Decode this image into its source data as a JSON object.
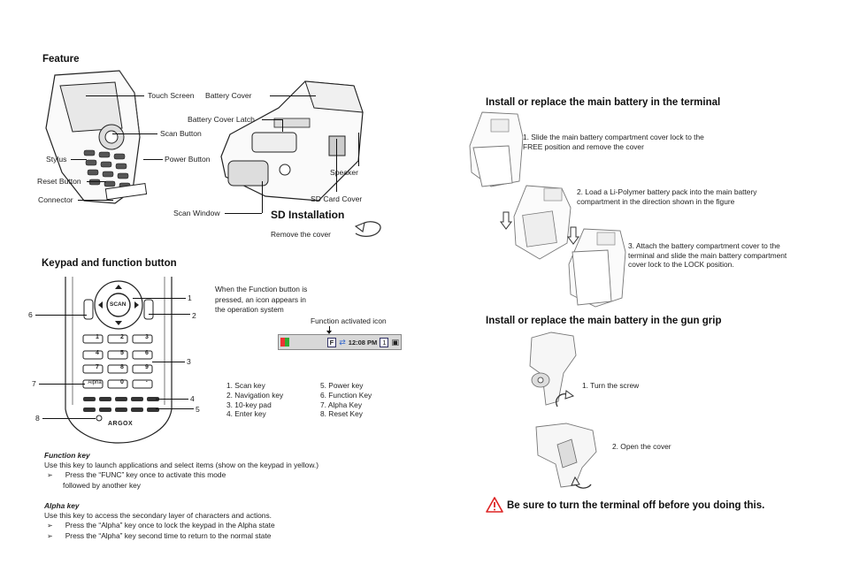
{
  "left": {
    "feature": {
      "heading": "Feature",
      "labels": {
        "touch_screen": "Touch Screen",
        "battery_cover": "Battery Cover",
        "battery_cover_latch": "Battery Cover Latch",
        "scan_button": "Scan Button",
        "stylus": "Stylus",
        "power_button": "Power Button",
        "speaker": "Speaker",
        "reset_button": "Reset Button",
        "connector": "Connector",
        "sd_card_cover": "SD Card Cover",
        "scan_window": "Scan Window"
      },
      "sd_heading": "SD Installation",
      "sd_caption": "Remove the cover"
    },
    "keypad": {
      "heading": "Keypad and function button",
      "note": [
        "When the Function button is",
        "pressed, an icon appears in",
        "the operation system"
      ],
      "func_icon_label": "Function activated icon",
      "taskbar": {
        "f_key": "F",
        "time": "12:08 PM",
        "box": "1"
      },
      "scan_label": "SCAN",
      "logo": "ARGOX",
      "callouts": [
        "1",
        "2",
        "3",
        "4",
        "5",
        "6",
        "7",
        "8"
      ],
      "legend_col1": [
        "1. Scan key",
        "2. Navigation key",
        "3. 10-key pad",
        "4. Enter key"
      ],
      "legend_col2": [
        "5. Power key",
        "6. Function Key",
        "7. Alpha Key",
        "8. Reset Key"
      ],
      "keys": [
        "1",
        "2",
        "3",
        "4",
        "5",
        "6",
        "7",
        "8",
        "9",
        "Alpha",
        "0",
        "·"
      ]
    },
    "function_key": {
      "title": "Function key",
      "desc": "Use this key to launch applications and select items (show on the keypad in yellow.)",
      "bullet1": "Press the “FUNC” key once to activate this mode",
      "bullet1b": "followed by another key"
    },
    "alpha_key": {
      "title": "Alpha key",
      "desc": "Use this key to access the secondary layer of characters and actions.",
      "bullet1": "Press the “Alpha” key once to lock the keypad in the Alpha state",
      "bullet2": "Press the “Alpha” key second time to return to the normal state"
    }
  },
  "right": {
    "terminal": {
      "heading": "Install or replace the main battery in the terminal",
      "step1": [
        "1. Slide the main battery compartment cover lock to the",
        "FREE position and remove the cover"
      ],
      "step2": [
        "2. Load a Li-Polymer battery pack into the main battery",
        "compartment in the direction shown in the figure"
      ],
      "step3": [
        "3. Attach the battery compartment cover to the",
        "terminal and slide the main battery compartment",
        "cover lock to the LOCK position."
      ]
    },
    "gun": {
      "heading": "Install or replace the main battery in the gun grip",
      "step1": "1. Turn the screw",
      "step2": "2. Open the cover"
    },
    "warning": "Be sure to turn the terminal off before you doing this."
  }
}
